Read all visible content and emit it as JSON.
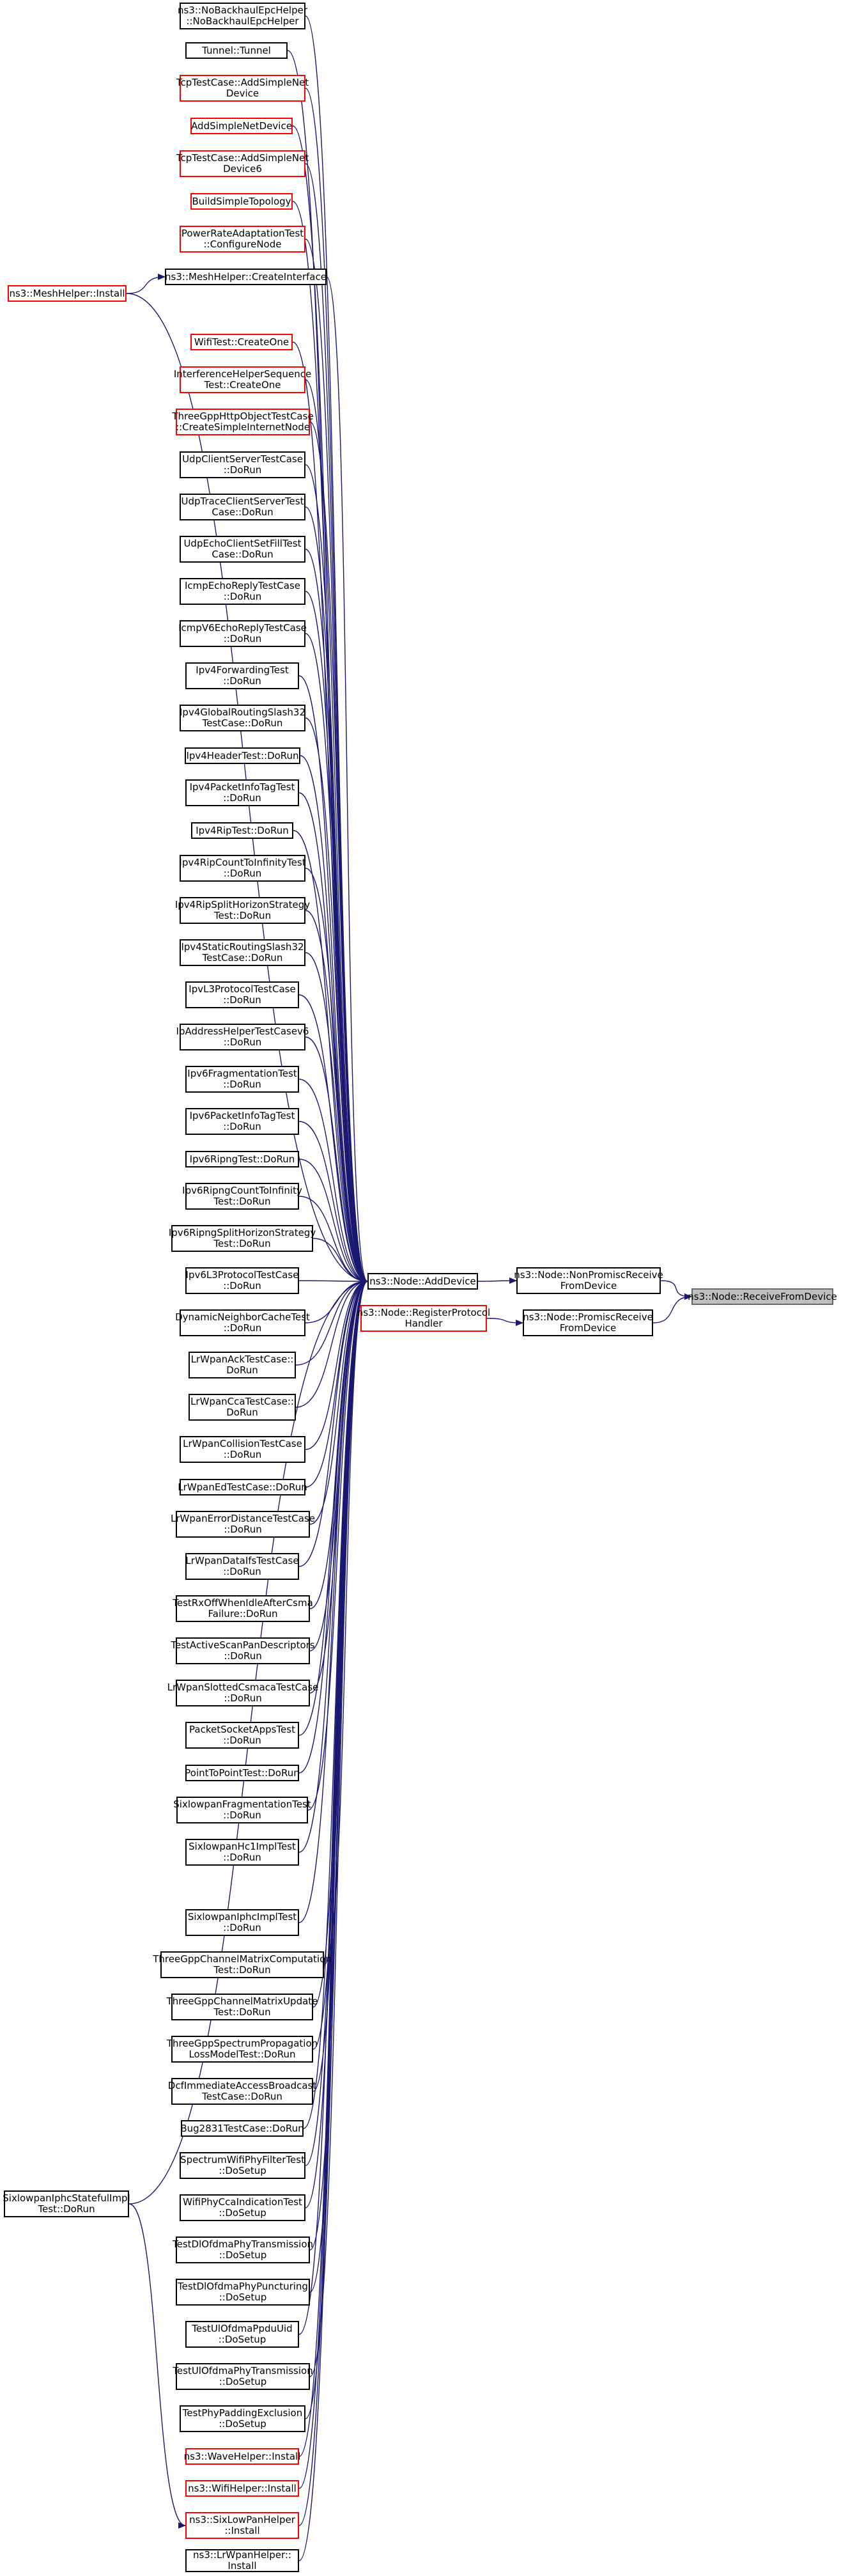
{
  "colors": {
    "edge": "#191970",
    "node_border": "#000000",
    "highlight_border": "#ff0000",
    "focus_fill": "#bfbfbf"
  },
  "nodes": {
    "n1": [
      "ns3::NoBackhaulEpcHelper",
      "::NoBackhaulEpcHelper"
    ],
    "n2": [
      "Tunnel::Tunnel"
    ],
    "n3": [
      "TcpTestCase::AddSimpleNet",
      "Device"
    ],
    "n4": [
      "AddSimpleNetDevice"
    ],
    "n5": [
      "TcpTestCase::AddSimpleNet",
      "Device6"
    ],
    "n6": [
      "BuildSimpleTopology"
    ],
    "n7": [
      "PowerRateAdaptationTest",
      "::ConfigureNode"
    ],
    "n8": [
      "ns3::MeshHelper::CreateInterface"
    ],
    "n9": [
      "WifiTest::CreateOne"
    ],
    "n10": [
      "InterferenceHelperSequence",
      "Test::CreateOne"
    ],
    "n11": [
      "ThreeGppHttpObjectTestCase",
      "::CreateSimpleInternetNode"
    ],
    "n12": [
      "UdpClientServerTestCase",
      "::DoRun"
    ],
    "n13": [
      "UdpTraceClientServerTest",
      "Case::DoRun"
    ],
    "n14": [
      "UdpEchoClientSetFillTest",
      "Case::DoRun"
    ],
    "n15": [
      "IcmpEchoReplyTestCase",
      "::DoRun"
    ],
    "n16": [
      "IcmpV6EchoReplyTestCase",
      "::DoRun"
    ],
    "n17": [
      "Ipv4ForwardingTest",
      "::DoRun"
    ],
    "n18": [
      "Ipv4GlobalRoutingSlash32",
      "TestCase::DoRun"
    ],
    "n19": [
      "Ipv4HeaderTest::DoRun"
    ],
    "n20": [
      "Ipv4PacketInfoTagTest",
      "::DoRun"
    ],
    "n21": [
      "Ipv4RipTest::DoRun"
    ],
    "n22": [
      "Ipv4RipCountToInfinityTest",
      "::DoRun"
    ],
    "n23": [
      "Ipv4RipSplitHorizonStrategy",
      "Test::DoRun"
    ],
    "n24": [
      "Ipv4StaticRoutingSlash32",
      "TestCase::DoRun"
    ],
    "n25": [
      "IpvL3ProtocolTestCase",
      "::DoRun"
    ],
    "n26": [
      "IpAddressHelperTestCasev6",
      "::DoRun"
    ],
    "n27": [
      "Ipv6FragmentationTest",
      "::DoRun"
    ],
    "n28": [
      "Ipv6PacketInfoTagTest",
      "::DoRun"
    ],
    "n29": [
      "Ipv6RipngTest::DoRun"
    ],
    "n30": [
      "Ipv6RipngCountToInfinity",
      "Test::DoRun"
    ],
    "n31": [
      "Ipv6RipngSplitHorizonStrategy",
      "Test::DoRun"
    ],
    "n32": [
      "Ipv6L3ProtocolTestCase",
      "::DoRun"
    ],
    "n33": [
      "DynamicNeighborCacheTest",
      "::DoRun"
    ],
    "n34": [
      "LrWpanAckTestCase::",
      "DoRun"
    ],
    "n35": [
      "LrWpanCcaTestCase::",
      "DoRun"
    ],
    "n36": [
      "LrWpanCollisionTestCase",
      "::DoRun"
    ],
    "n37": [
      "LrWpanEdTestCase::DoRun"
    ],
    "n38": [
      "LrWpanErrorDistanceTestCase",
      "::DoRun"
    ],
    "n39": [
      "LrWpanDataIfsTestCase",
      "::DoRun"
    ],
    "n40": [
      "TestRxOffWhenIdleAfterCsma",
      "Failure::DoRun"
    ],
    "n41": [
      "TestActiveScanPanDescriptors",
      "::DoRun"
    ],
    "n42": [
      "LrWpanSlottedCsmacaTestCase",
      "::DoRun"
    ],
    "n43": [
      "PacketSocketAppsTest",
      "::DoRun"
    ],
    "n44": [
      "PointToPointTest::DoRun"
    ],
    "n45": [
      "SixlowpanFragmentationTest",
      "::DoRun"
    ],
    "n46": [
      "SixlowpanHc1ImplTest",
      "::DoRun"
    ],
    "n47": [
      "SixlowpanIphcImplTest",
      "::DoRun"
    ],
    "n48": [
      "ThreeGppChannelMatrixComputation",
      "Test::DoRun"
    ],
    "n49": [
      "ThreeGppChannelMatrixUpdate",
      "Test::DoRun"
    ],
    "n50": [
      "ThreeGppSpectrumPropagation",
      "LossModelTest::DoRun"
    ],
    "n51": [
      "DcfImmediateAccessBroadcast",
      "TestCase::DoRun"
    ],
    "n52": [
      "Bug2831TestCase::DoRun"
    ],
    "n53": [
      "SpectrumWifiPhyFilterTest",
      "::DoSetup"
    ],
    "n54": [
      "WifiPhyCcaIndicationTest",
      "::DoSetup"
    ],
    "n55": [
      "TestDlOfdmaPhyTransmission",
      "::DoSetup"
    ],
    "n56": [
      "TestDlOfdmaPhyPuncturing",
      "::DoSetup"
    ],
    "n57": [
      "TestUlOfdmaPpduUid",
      "::DoSetup"
    ],
    "n58": [
      "TestUlOfdmaPhyTransmission",
      "::DoSetup"
    ],
    "n59": [
      "TestPhyPaddingExclusion",
      "::DoSetup"
    ],
    "n60": [
      "ns3::WaveHelper::Install"
    ],
    "n61": [
      "ns3::WifiHelper::Install"
    ],
    "n62": [
      "ns3::SixLowPanHelper",
      "::Install"
    ],
    "n63": [
      "ns3::LrWpanHelper::",
      "Install"
    ],
    "mesh_install": [
      "ns3::MeshHelper::Install"
    ],
    "sixlowpan_stateful": [
      "SixlowpanIphcStatefulImpl",
      "Test::DoRun"
    ],
    "add_device": [
      "ns3::Node::AddDevice"
    ],
    "register_handler": [
      "ns3::Node::RegisterProtocol",
      "Handler"
    ],
    "non_promisc": [
      "ns3::Node::NonPromiscReceive",
      "FromDevice"
    ],
    "promisc": [
      "ns3::Node::PromiscReceive",
      "FromDevice"
    ],
    "receive": [
      "ns3::Node::ReceiveFromDevice"
    ]
  },
  "highlighted": [
    "n3",
    "n4",
    "n5",
    "n6",
    "n7",
    "n9",
    "n10",
    "n11",
    "mesh_install",
    "register_handler",
    "n60",
    "n61",
    "n62"
  ],
  "focus_node": "receive",
  "edges": [
    [
      "n1",
      "add_device"
    ],
    [
      "n2",
      "add_device"
    ],
    [
      "n3",
      "add_device"
    ],
    [
      "n4",
      "add_device"
    ],
    [
      "n5",
      "add_device"
    ],
    [
      "n6",
      "add_device"
    ],
    [
      "n7",
      "add_device"
    ],
    [
      "n8",
      "add_device"
    ],
    [
      "mesh_install",
      "n8"
    ],
    [
      "mesh_install",
      "add_device"
    ],
    [
      "n9",
      "add_device"
    ],
    [
      "n10",
      "add_device"
    ],
    [
      "n11",
      "add_device"
    ],
    [
      "n12",
      "add_device"
    ],
    [
      "n13",
      "add_device"
    ],
    [
      "n14",
      "add_device"
    ],
    [
      "n15",
      "add_device"
    ],
    [
      "n16",
      "add_device"
    ],
    [
      "n17",
      "add_device"
    ],
    [
      "n18",
      "add_device"
    ],
    [
      "n19",
      "add_device"
    ],
    [
      "n20",
      "add_device"
    ],
    [
      "n21",
      "add_device"
    ],
    [
      "n22",
      "add_device"
    ],
    [
      "n23",
      "add_device"
    ],
    [
      "n24",
      "add_device"
    ],
    [
      "n25",
      "add_device"
    ],
    [
      "n26",
      "add_device"
    ],
    [
      "n27",
      "add_device"
    ],
    [
      "n28",
      "add_device"
    ],
    [
      "n29",
      "add_device"
    ],
    [
      "n30",
      "add_device"
    ],
    [
      "n31",
      "add_device"
    ],
    [
      "n32",
      "add_device"
    ],
    [
      "n33",
      "add_device"
    ],
    [
      "n34",
      "add_device"
    ],
    [
      "n35",
      "add_device"
    ],
    [
      "n36",
      "add_device"
    ],
    [
      "n37",
      "add_device"
    ],
    [
      "n38",
      "add_device"
    ],
    [
      "n39",
      "add_device"
    ],
    [
      "n40",
      "add_device"
    ],
    [
      "n41",
      "add_device"
    ],
    [
      "n42",
      "add_device"
    ],
    [
      "n43",
      "add_device"
    ],
    [
      "n44",
      "add_device"
    ],
    [
      "n45",
      "add_device"
    ],
    [
      "n46",
      "add_device"
    ],
    [
      "n47",
      "add_device"
    ],
    [
      "n48",
      "add_device"
    ],
    [
      "n49",
      "add_device"
    ],
    [
      "n50",
      "add_device"
    ],
    [
      "n51",
      "add_device"
    ],
    [
      "n52",
      "add_device"
    ],
    [
      "n53",
      "add_device"
    ],
    [
      "n54",
      "add_device"
    ],
    [
      "n55",
      "add_device"
    ],
    [
      "n56",
      "add_device"
    ],
    [
      "n57",
      "add_device"
    ],
    [
      "n58",
      "add_device"
    ],
    [
      "n59",
      "add_device"
    ],
    [
      "n60",
      "add_device"
    ],
    [
      "n61",
      "add_device"
    ],
    [
      "n62",
      "add_device"
    ],
    [
      "n63",
      "add_device"
    ],
    [
      "sixlowpan_stateful",
      "add_device"
    ],
    [
      "sixlowpan_stateful",
      "n62"
    ],
    [
      "add_device",
      "non_promisc"
    ],
    [
      "register_handler",
      "promisc"
    ],
    [
      "non_promisc",
      "receive"
    ],
    [
      "promisc",
      "receive"
    ]
  ]
}
